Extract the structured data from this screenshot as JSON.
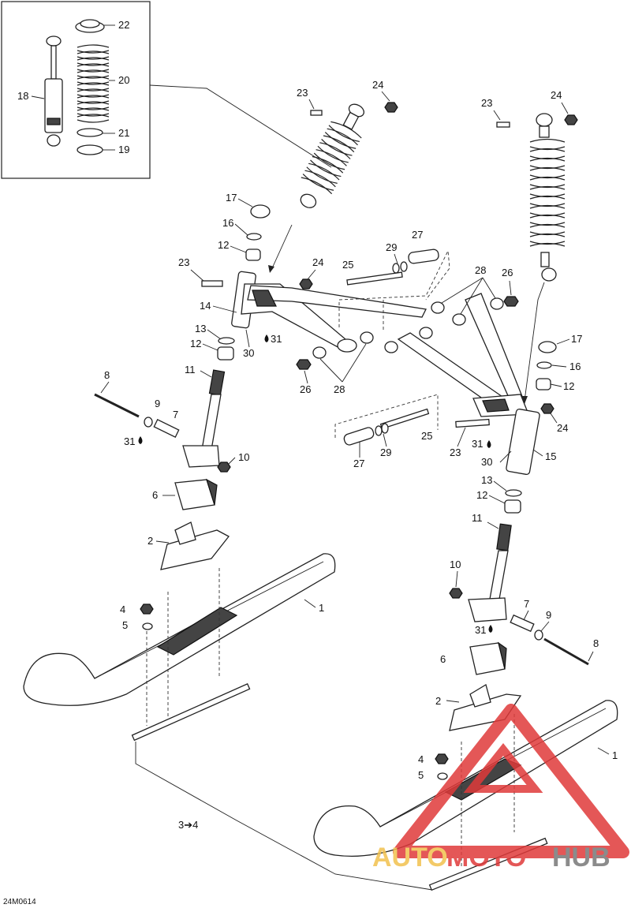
{
  "diagram_code": "24M0614",
  "watermark": {
    "part1": "AUTO",
    "part2": "MOTO",
    "part3": "HUB",
    "color_red": "#e03a3a",
    "color_gold": "#f2c14e",
    "color_gray": "#777777"
  },
  "labels": {
    "n1": "1",
    "n2": "2",
    "n3_4": "3➔4",
    "n4": "4",
    "n5": "5",
    "n6": "6",
    "n7": "7",
    "n8": "8",
    "n9": "9",
    "n10": "10",
    "n11": "11",
    "n12": "12",
    "n13": "13",
    "n14": "14",
    "n15": "15",
    "n16": "16",
    "n17": "17",
    "n18": "18",
    "n19": "19",
    "n20": "20",
    "n21": "21",
    "n22": "22",
    "n23": "23",
    "n24": "24",
    "n25": "25",
    "n26": "26",
    "n27": "27",
    "n28": "28",
    "n29": "29",
    "n30": "30",
    "n31": "31"
  }
}
